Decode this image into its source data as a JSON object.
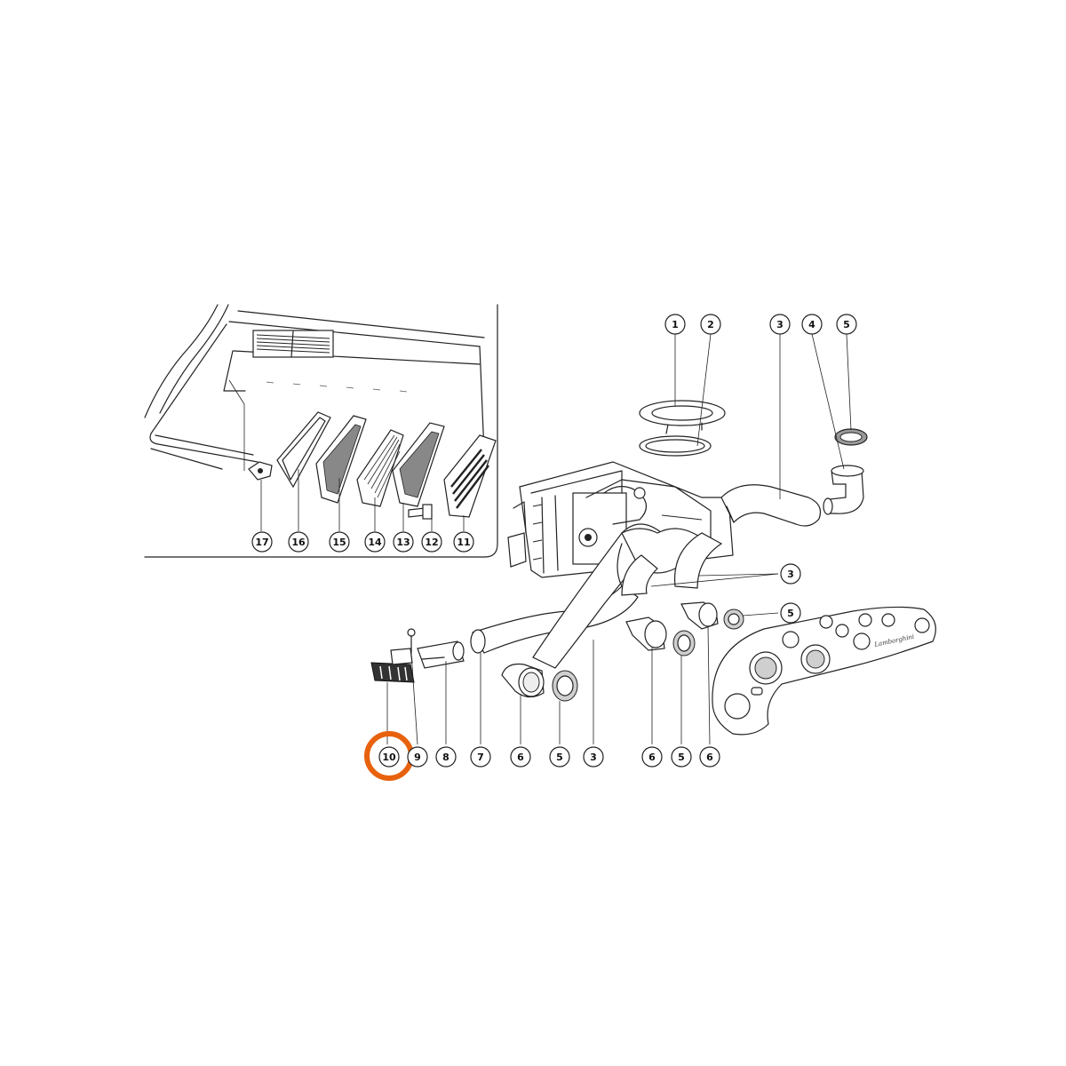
{
  "callouts": {
    "c1": "1",
    "c2": "2",
    "c3a": "3",
    "c4": "4",
    "c5a": "5",
    "c3b": "3",
    "c5b": "5",
    "c17": "17",
    "c16": "16",
    "c15": "15",
    "c14": "14",
    "c13": "13",
    "c12": "12",
    "c11": "11",
    "c10": "10",
    "c9": "9",
    "c8": "8",
    "c7": "7",
    "c6a": "6",
    "c5c": "5",
    "c3c": "3",
    "c6b": "6",
    "c5d": "5",
    "c6c": "6"
  },
  "highlight": {
    "part": "10",
    "color": "#E8620E"
  },
  "dashboard_logo_text": "Lamborghini"
}
